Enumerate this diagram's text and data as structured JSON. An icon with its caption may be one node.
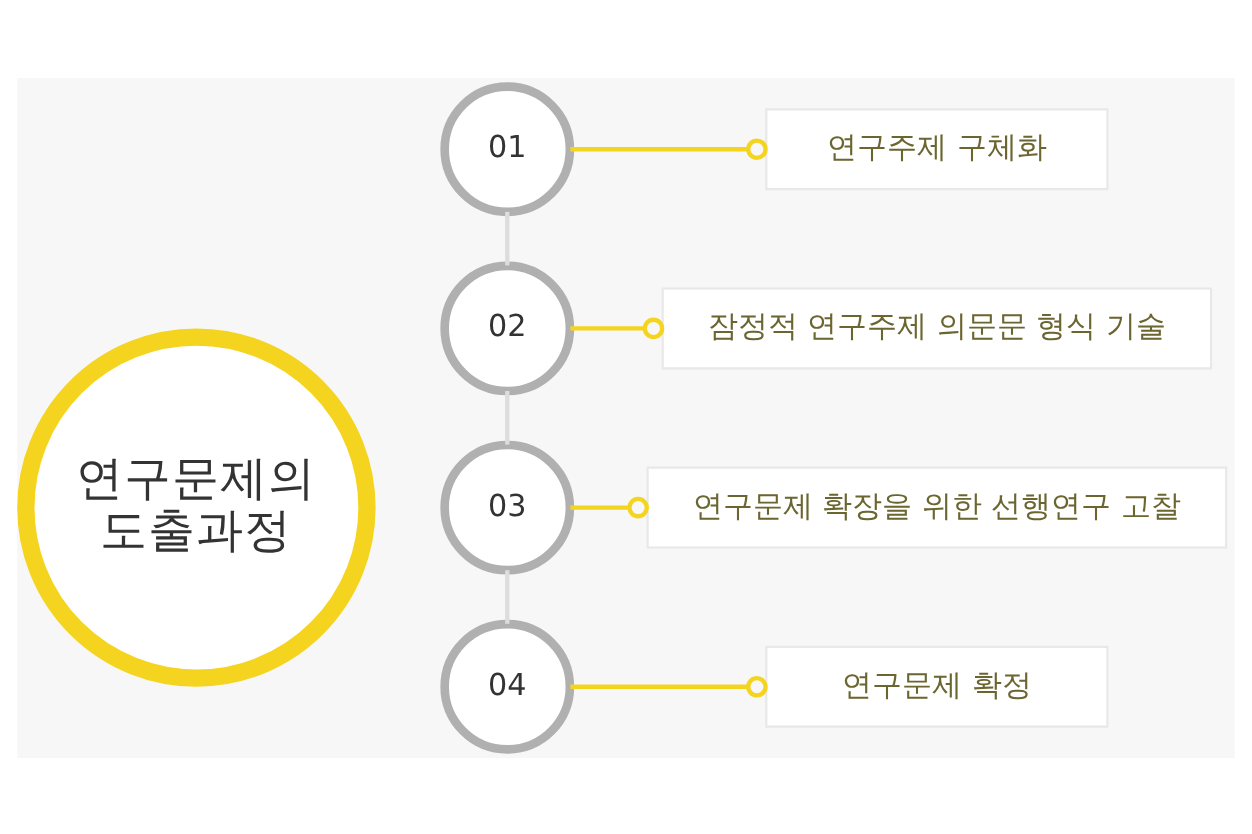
{
  "diagram": {
    "nodes": [
      {
        "text": [
          "연구문제의 도출과정"
        ]
      },
      {
        "text": [
          "01"
        ]
      },
      {
        "text": [
          "연구주제 구체화"
        ]
      },
      {
        "text": [
          "02"
        ]
      },
      {
        "text": [
          "잠정적 연구주제 의문문 형식 기술"
        ]
      },
      {
        "text": [
          "03"
        ]
      },
      {
        "text": [
          "연구문제 확장을 위한 선행연구 고찰"
        ]
      },
      {
        "text": [
          "04"
        ]
      },
      {
        "text": [
          "연구문제 확정"
        ]
      }
    ],
    "edges": [
      {
        "from": 1,
        "to": 2,
        "arrow": "other"
      },
      {
        "from": 3,
        "to": 4,
        "arrow": "other"
      },
      {
        "from": 5,
        "to": 6,
        "arrow": "other"
      },
      {
        "from": 7,
        "to": 8,
        "arrow": "other"
      },
      {
        "from": 1,
        "to": 3,
        "arrow": "none",
        "color": "#dddddd"
      },
      {
        "from": 3,
        "to": 5,
        "arrow": "none",
        "color": "#dddddd"
      },
      {
        "from": 5,
        "to": 7,
        "arrow": "none",
        "color": "#dddddd"
      }
    ]
  }
}
